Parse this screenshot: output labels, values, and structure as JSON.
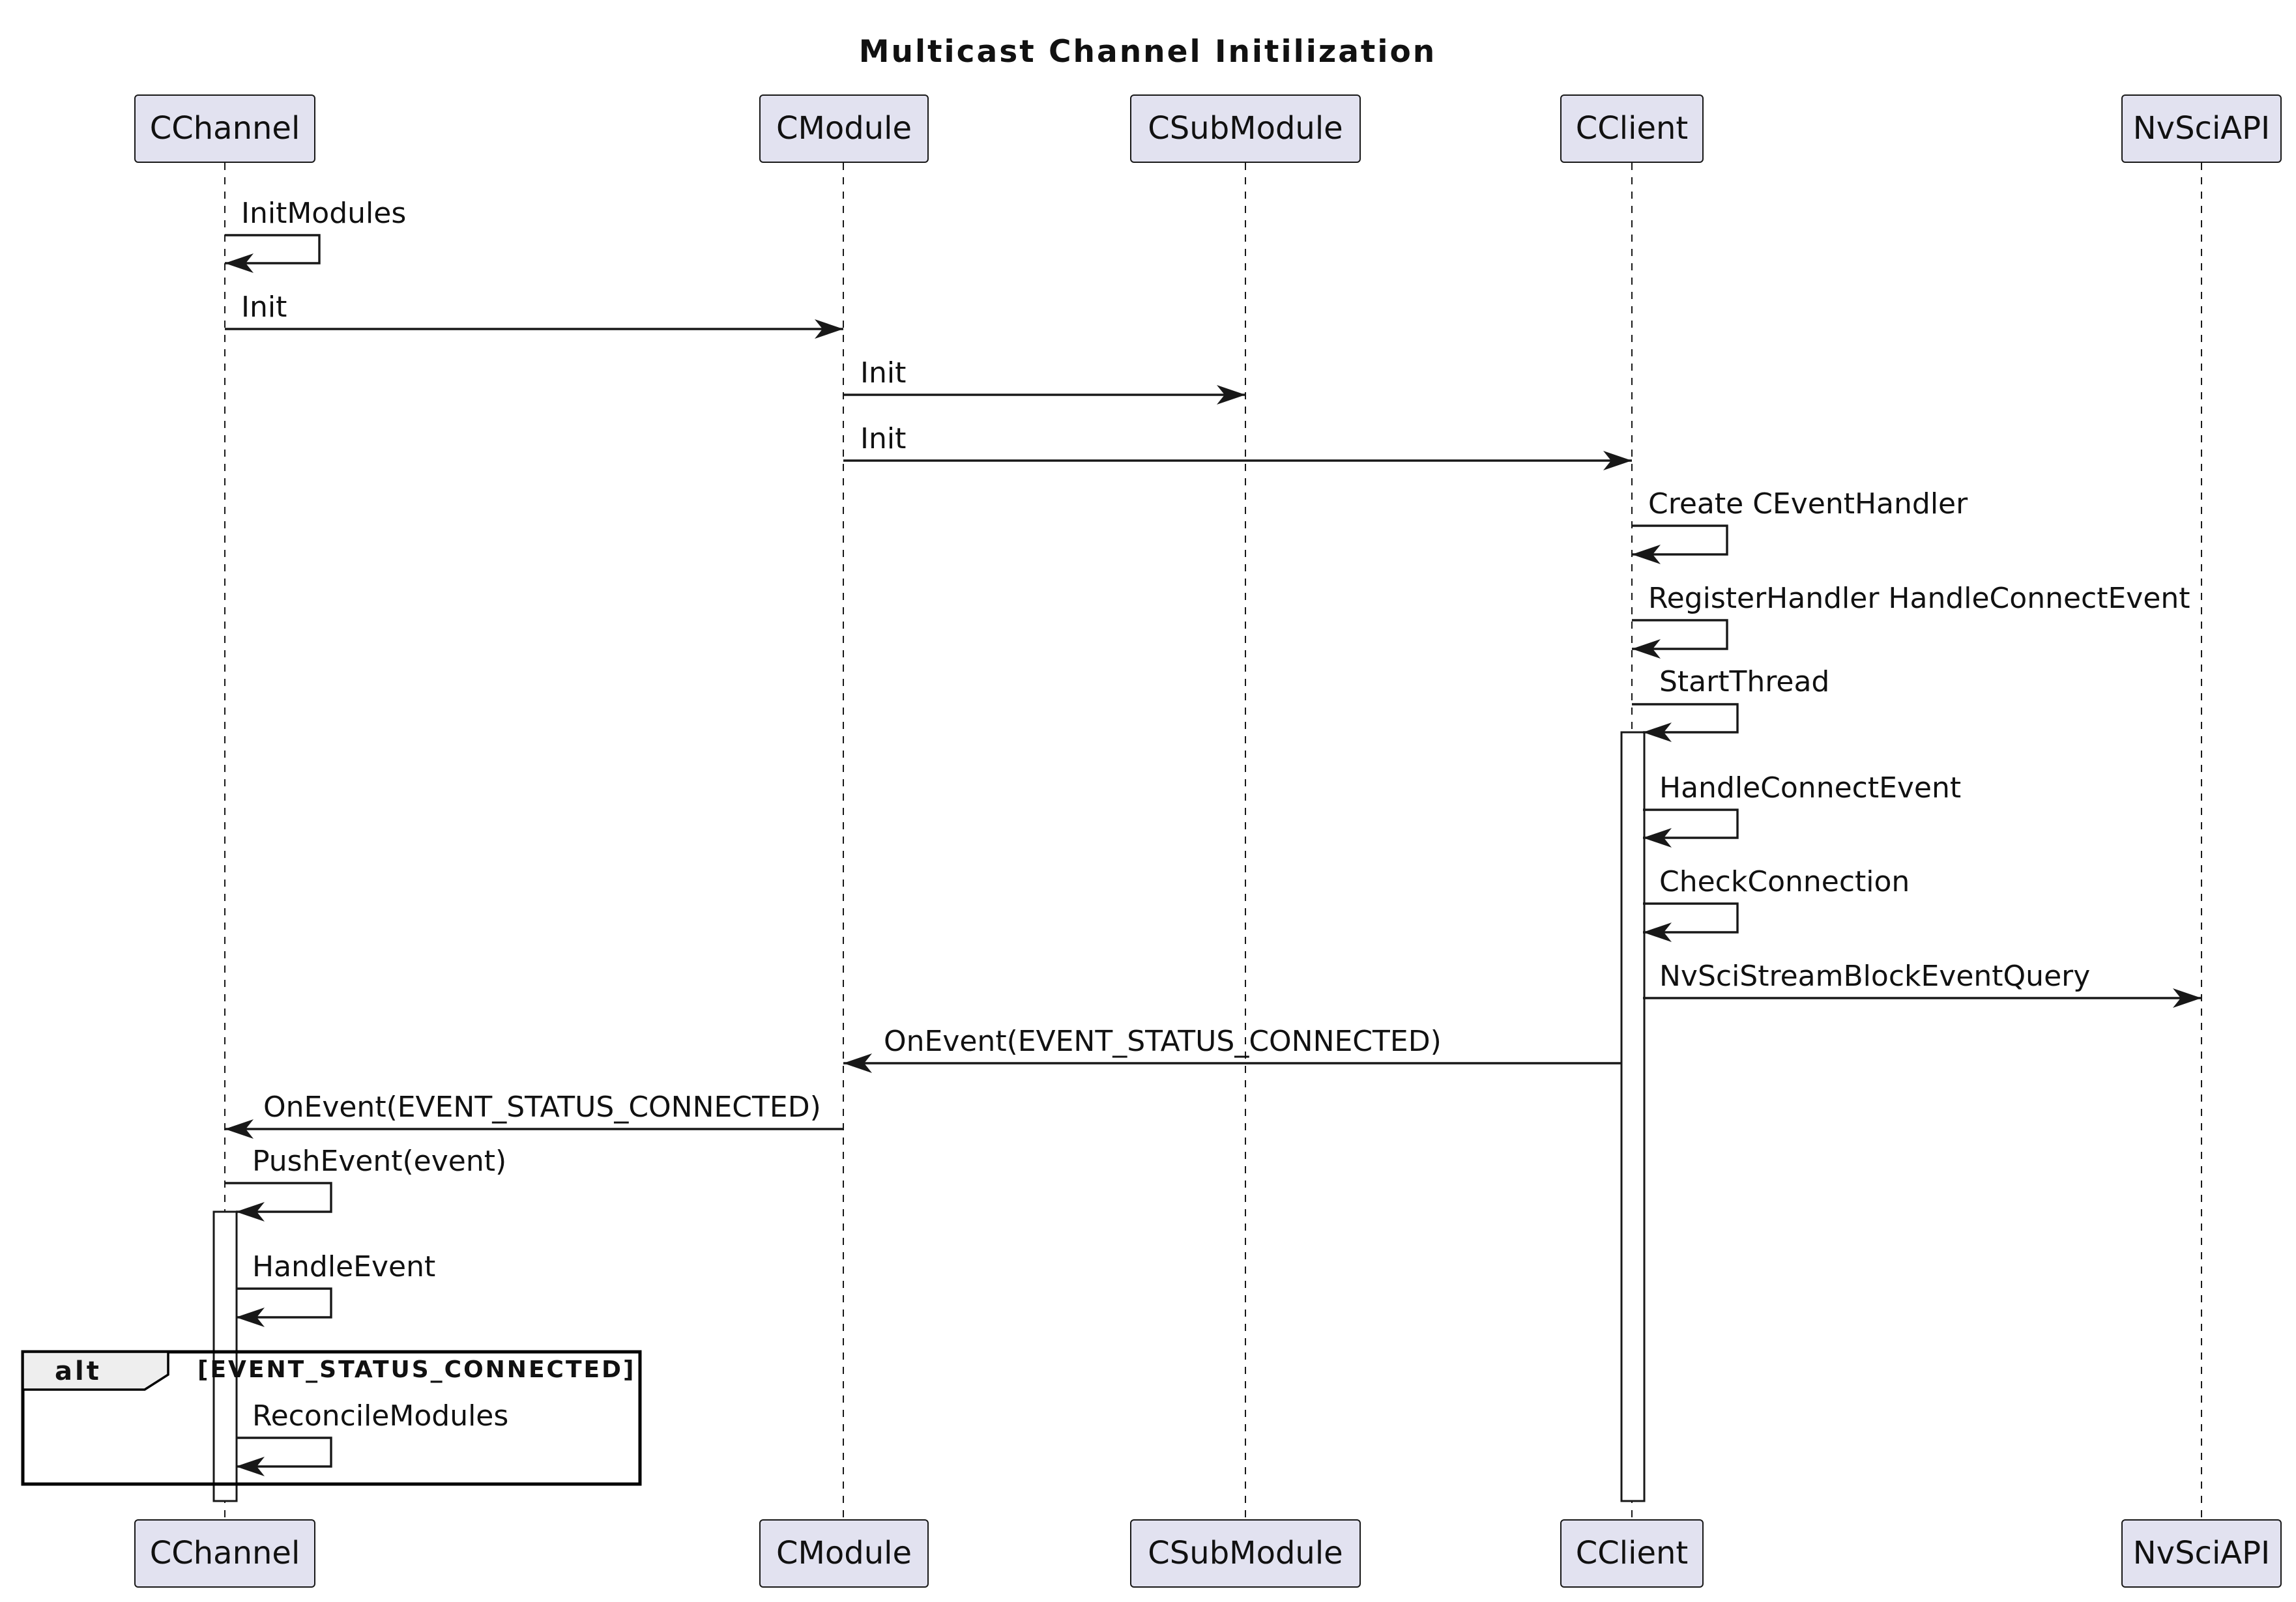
{
  "diagram": {
    "title": "Multicast Channel Initilization",
    "participants": [
      {
        "id": "cchannel",
        "label": "CChannel"
      },
      {
        "id": "cmodule",
        "label": "CModule"
      },
      {
        "id": "csubmodule",
        "label": "CSubModule"
      },
      {
        "id": "cclient",
        "label": "CClient"
      },
      {
        "id": "nvsciapi",
        "label": "NvSciAPI"
      }
    ],
    "messages": [
      {
        "from": "cchannel",
        "to": "cchannel",
        "label": "InitModules"
      },
      {
        "from": "cchannel",
        "to": "cmodule",
        "label": "Init"
      },
      {
        "from": "cmodule",
        "to": "csubmodule",
        "label": "Init"
      },
      {
        "from": "cmodule",
        "to": "cclient",
        "label": "Init"
      },
      {
        "from": "cclient",
        "to": "cclient",
        "label": "Create CEventHandler"
      },
      {
        "from": "cclient",
        "to": "cclient",
        "label": "RegisterHandler HandleConnectEvent"
      },
      {
        "from": "cclient",
        "to": "cclient",
        "label": "StartThread"
      },
      {
        "from": "cclient",
        "to": "cclient",
        "label": "HandleConnectEvent"
      },
      {
        "from": "cclient",
        "to": "cclient",
        "label": "CheckConnection"
      },
      {
        "from": "cclient",
        "to": "nvsciapi",
        "label": "NvSciStreamBlockEventQuery"
      },
      {
        "from": "cclient",
        "to": "cmodule",
        "label": "OnEvent(EVENT_STATUS_CONNECTED)"
      },
      {
        "from": "cmodule",
        "to": "cchannel",
        "label": "OnEvent(EVENT_STATUS_CONNECTED)"
      },
      {
        "from": "cchannel",
        "to": "cchannel",
        "label": "PushEvent(event)"
      },
      {
        "from": "cchannel",
        "to": "cchannel",
        "label": "HandleEvent"
      },
      {
        "from": "cchannel",
        "to": "cchannel",
        "label": "ReconcileModules"
      }
    ],
    "fragment": {
      "operator": "alt",
      "guard": "[EVENT_STATUS_CONNECTED]"
    }
  }
}
